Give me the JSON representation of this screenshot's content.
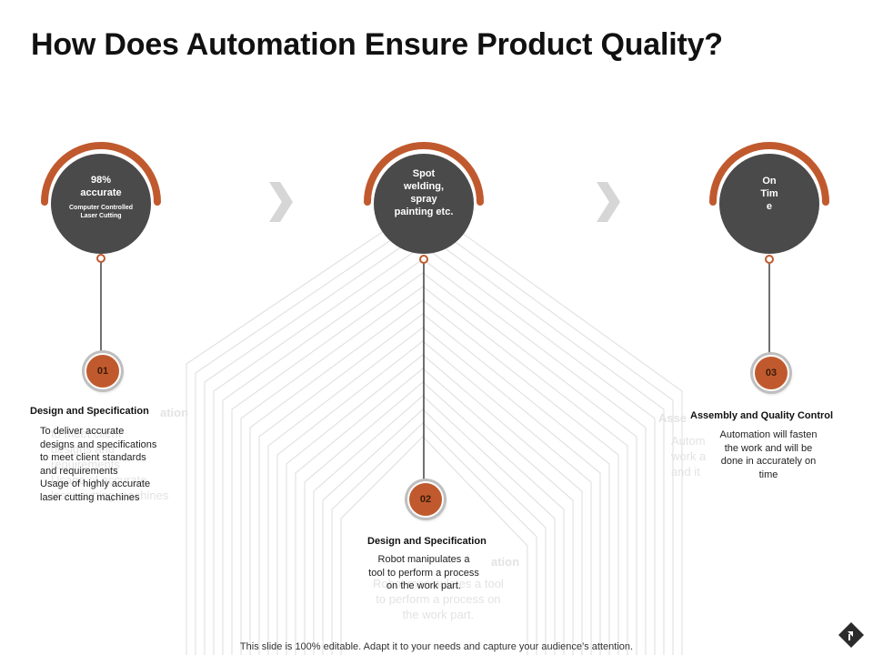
{
  "title": "How Does Automation Ensure Product Quality?",
  "colors": {
    "accent": "#c05a2e",
    "circle": "#4a4a4a",
    "chevron": "#d6d6d6",
    "pattern": "#e0e0e0"
  },
  "steps": [
    {
      "circle_main": "98%\naccurate",
      "circle_sub": "Computer Controlled\nLaser Cutting",
      "number": "01",
      "heading": "Design and Specification",
      "text": "To deliver accurate\ndesigns and specifications\nto meet client standards\nand requirements\nUsage of highly accurate\nlaser cutting machines"
    },
    {
      "circle_main": "Spot\nwelding,\nspray\npainting etc.",
      "number": "02",
      "heading": "Design and Specification",
      "text": "Robot manipulates a\ntool to perform a process\non the work part."
    },
    {
      "circle_main": "On\nTim\ne",
      "number": "03",
      "heading": "Assembly and Quality Control",
      "text": "Automation will fasten\nthe work and will be\ndone in accurately on\ntime"
    }
  ],
  "ghosts": {
    "g1_heading": "ation",
    "g1_text": "to meet client\ndesigns and\nrequirements\nUsage of accurate\nlaser cutting machines",
    "g2_heading": "ation",
    "g2_text": "Robot manipulates a tool\nto perform a process on\nthe work part.",
    "g3_heading": "Asse",
    "g3_text": "Autom\nwork a\nand it"
  },
  "footer": "This slide is 100% editable. Adapt it to your needs and capture your audience’s attention."
}
